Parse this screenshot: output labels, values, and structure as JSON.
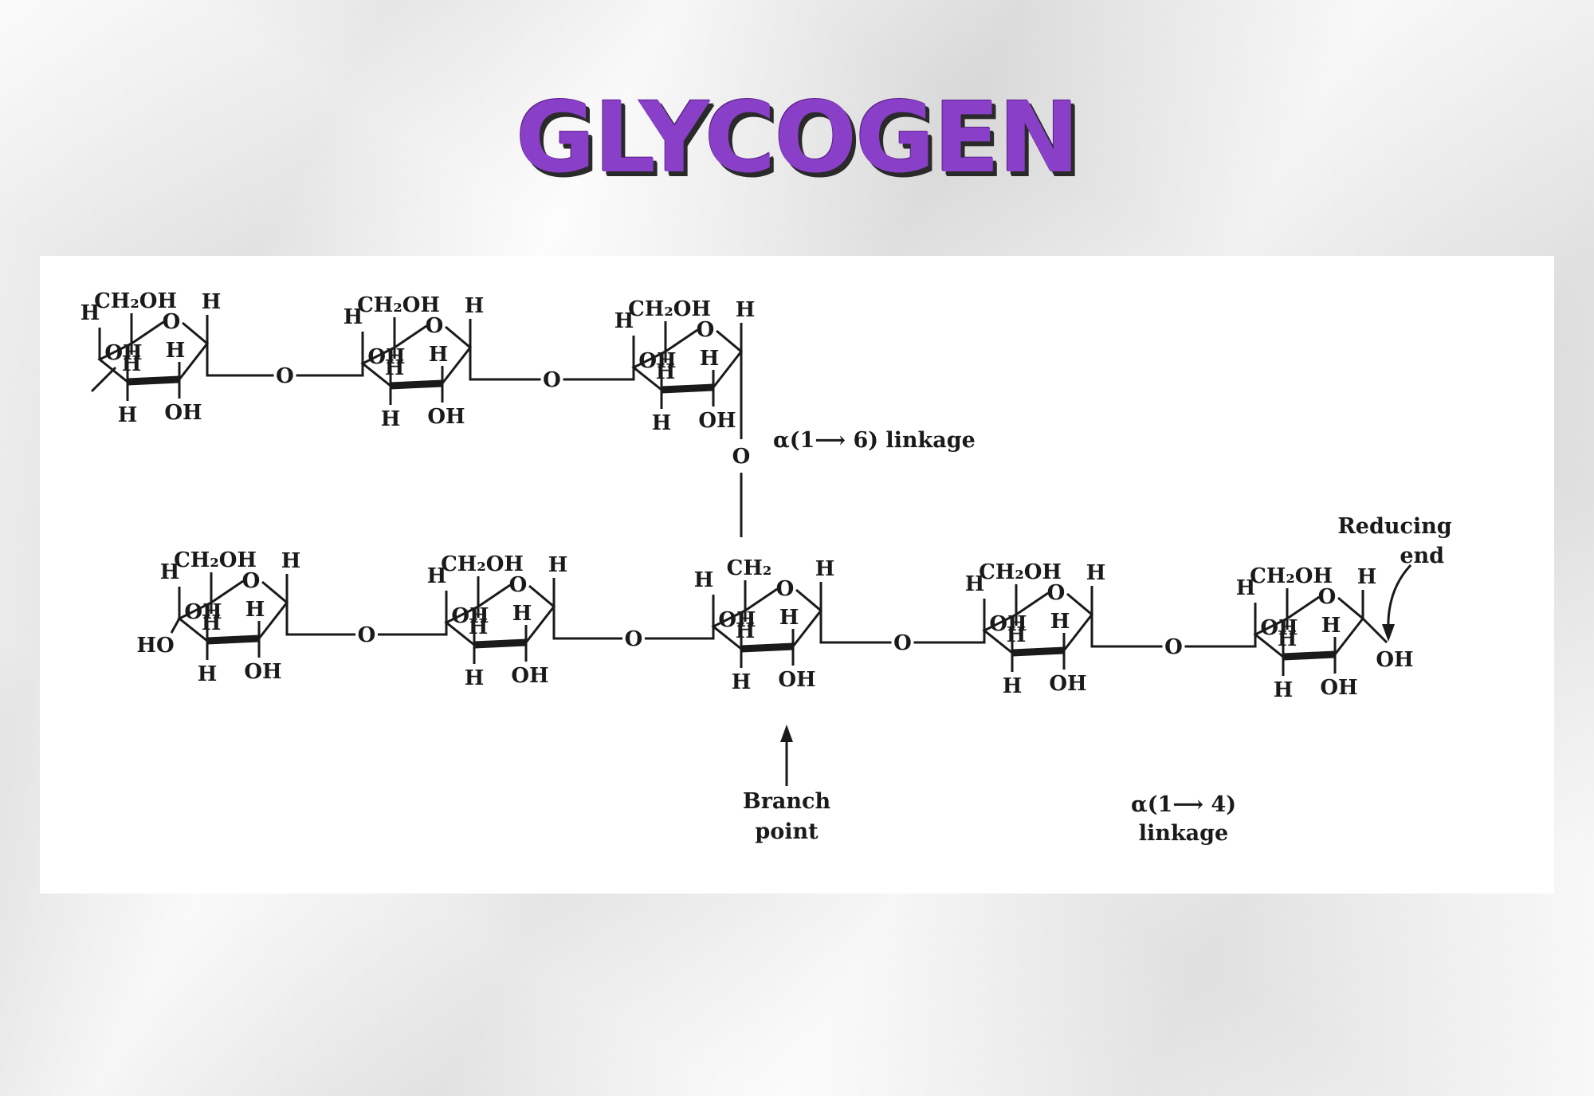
{
  "title": "GLYCOGEN",
  "colors": {
    "title_fill": "#8a3fc8",
    "title_shadow": "#2a2a2a",
    "panel": "#ffffff",
    "ink": "#1a1a1a"
  },
  "diagram": {
    "ring_labels": {
      "ch2oh": "CH₂OH",
      "ch2": "CH₂",
      "o": "O",
      "h": "H",
      "oh": "OH",
      "ho": "HO"
    },
    "annotations": {
      "alpha16": "α(1⟶ 6) linkage",
      "reducing_line1": "Reducing",
      "reducing_line2": "end",
      "branch_line1": "Branch",
      "branch_line2": "point",
      "alpha14_line1": "α(1⟶ 4)",
      "alpha14_line2": "linkage"
    }
  }
}
